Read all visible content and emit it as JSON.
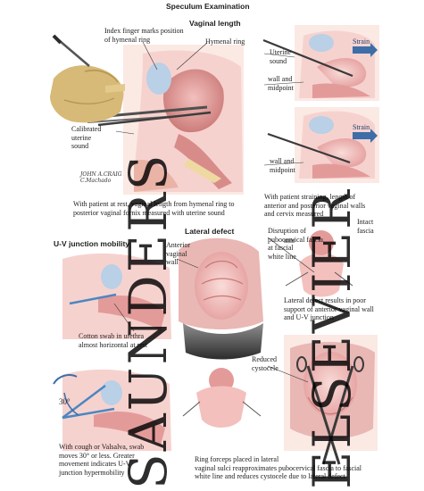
{
  "title": "Speculum Examination",
  "top": {
    "section_label": "Vaginal length",
    "labels": {
      "index_finger": [
        "Index finger marks position",
        "of hymenal ring"
      ],
      "hymenal_ring": "Hymenal ring",
      "uterine_sound_right": [
        "Uterine",
        "sound"
      ],
      "calibrated_sound": [
        "Calibrated",
        "uterine",
        "sound"
      ],
      "wall_midpoint_1": [
        "wall and",
        "midpoint"
      ],
      "wall_midpoint_2": [
        "wall and",
        "midpoint"
      ],
      "strain_1": "Strain",
      "strain_2": "Strain"
    },
    "caption_left": [
      "With patient at rest, vaginal length from hymenal ring to",
      "posterior vaginal fornix measured with uterine sound"
    ],
    "caption_right": [
      "With patient straining, length of",
      "anterior and posterior vaginal walls",
      "and cervix measured"
    ]
  },
  "signature": [
    "JOHN A.CRAIG",
    "C.Machado"
  ],
  "middle": {
    "uv_label": "U-V junction mobility",
    "lateral_label": "Lateral defect",
    "labels": {
      "anterior_wall": [
        "Anterior",
        "vaginal",
        "wall"
      ],
      "disruption": [
        "Disruption of",
        "pubocervical fascia",
        "at fascial",
        "white line"
      ],
      "intact_fascia": [
        "Intact",
        "fascia"
      ],
      "lateral_result": [
        "Lateral defect results in poor",
        "support of anterior vaginal wall",
        "and U-V junction"
      ],
      "cotton_swab": [
        "Cotton swab in urethra",
        "almost horizontal at rest"
      ]
    }
  },
  "bottom": {
    "angle": "30°",
    "reduced_cystocele": [
      "Reduced",
      "cystocele"
    ],
    "caption_left": [
      "With cough or Valsalva, swab",
      "moves 30° or less. Greater",
      "movement indicates U-V",
      "junction hypermobility"
    ],
    "caption_right": [
      "Ring forceps placed in lateral",
      "vaginal sulci reapproximates pubocervical fascia to fascial",
      "white line and reduces cystocele due to lateral defect"
    ]
  },
  "watermark": [
    "SAUNDERS",
    "ELSEVIER"
  ],
  "colors": {
    "tissue_pink": "#e9a7a6",
    "tissue_light": "#f6d2cf",
    "bladder_blue": "#b9d0e6",
    "skin": "#f0c9a8",
    "glove": "#d7b978",
    "arrow_blue": "#3d6ea7",
    "instrument": "#5a5a5a"
  }
}
